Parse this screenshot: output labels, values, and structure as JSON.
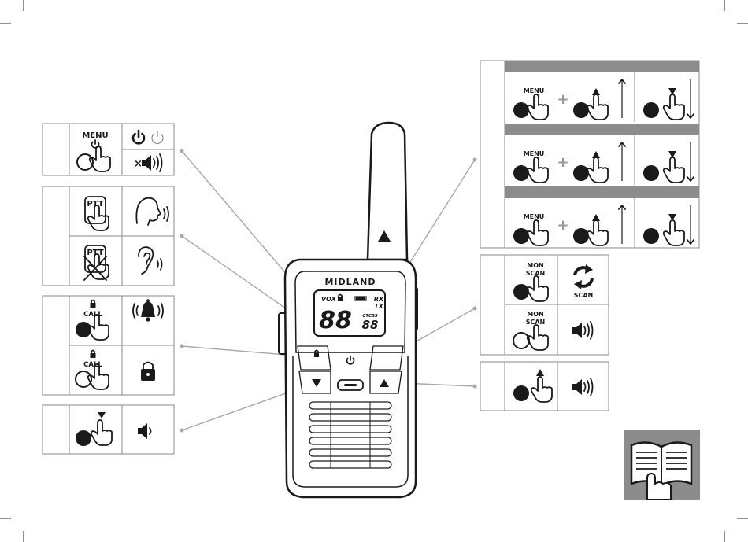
{
  "labels": {
    "menu": "MENU",
    "ptt": "PTT",
    "call": "CALL",
    "mon_scan_line1": "MON",
    "mon_scan_line2": "SCAN",
    "scan": "SCAN",
    "plus": "+"
  },
  "radio": {
    "brand": "MIDLAND",
    "vox": "VOX",
    "digits_main": "88",
    "digits_small": "88",
    "rx": "RX",
    "tx": "TX",
    "ctcss": "CTCSS"
  },
  "colors": {
    "ink": "#1a1a1a",
    "frame": "#8a8a8a",
    "header_bar": "#8c8c8c",
    "leader": "#a8a8a8",
    "book_bg": "#8c8c8c"
  },
  "icons": [
    "power-icon",
    "power-outline-icon",
    "mute-icon",
    "speaker-icon",
    "speak-icon",
    "listen-icon",
    "bell-icon",
    "lock-icon",
    "scan-arrows-icon",
    "hand-press-icon",
    "arrow-up-icon",
    "arrow-down-icon",
    "manual-book-icon"
  ]
}
